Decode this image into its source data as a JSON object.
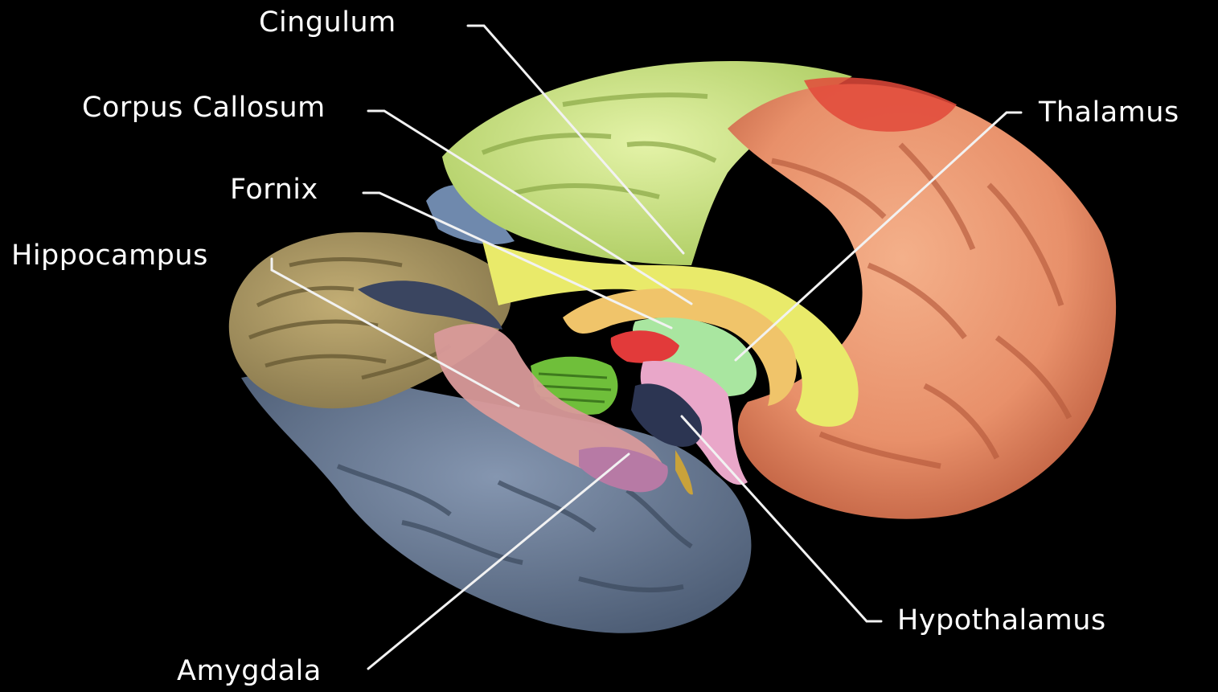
{
  "labels": {
    "cingulum": "Cingulum",
    "corpus_callosum": "Corpus Callosum",
    "fornix": "Fornix",
    "hippocampus": "Hippocampus",
    "amygdala": "Amygdala",
    "thalamus": "Thalamus",
    "hypothalamus": "Hypothalamus"
  },
  "colors": {
    "background": "#000000",
    "leader_line": "#f2f2f2",
    "frontal_lobe": "#e8906a",
    "frontal_red": "#e2493a",
    "cingulate_green": "#cfe88a",
    "cingulum_yellow": "#e9ea6a",
    "corpus_callosum": "#f0c46a",
    "temporal_blue": "#6b7f9b",
    "cerebellum": "#a89760",
    "hippocampus_pink": "#d99a9a",
    "thalamus_green": "#a9e6a0",
    "brainstem_green": "#6fbf3a"
  }
}
